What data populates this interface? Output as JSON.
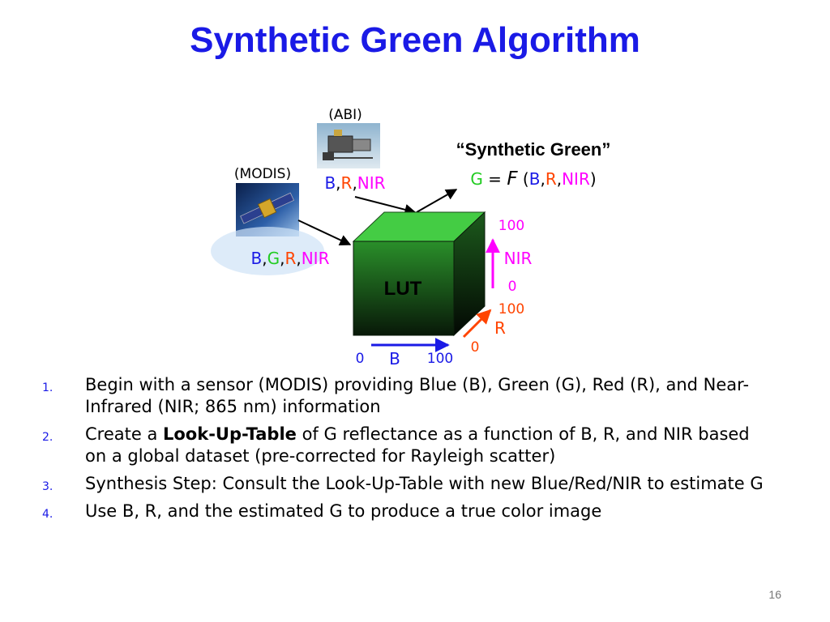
{
  "title": "Synthetic Green Algorithm",
  "colors": {
    "title": "#1a1ae6",
    "blue": "#1a1ae6",
    "green": "#22cc22",
    "red": "#ff4400",
    "nir": "#ff00ff",
    "cube_front": "#1e7a1e",
    "cube_top": "#44cc44",
    "cube_side": "#0f3f0f"
  },
  "diagram": {
    "abi_label": "(ABI)",
    "modis_label": "(MODIS)",
    "abi_bands": [
      {
        "text": "B",
        "color": "blue"
      },
      {
        "text": ",",
        "color": "black"
      },
      {
        "text": "R",
        "color": "red"
      },
      {
        "text": ",",
        "color": "black"
      },
      {
        "text": "NIR",
        "color": "nir"
      }
    ],
    "modis_bands": [
      {
        "text": "B",
        "color": "blue"
      },
      {
        "text": ",",
        "color": "black"
      },
      {
        "text": "G",
        "color": "green"
      },
      {
        "text": ",",
        "color": "black"
      },
      {
        "text": "R",
        "color": "red"
      },
      {
        "text": ",",
        "color": "black"
      },
      {
        "text": "NIR",
        "color": "nir"
      }
    ],
    "synthetic_label": "“Synthetic Green”",
    "equation": {
      "g": "G",
      "eq": " = ",
      "f": "F",
      "open": " (",
      "b": "B",
      "c1": ",",
      "r": "R",
      "c2": ",",
      "nir": "NIR",
      "close": ")"
    },
    "lut_label": "LUT",
    "axis_b": {
      "label": "B",
      "min": "0",
      "max": "100"
    },
    "axis_r": {
      "label": "R",
      "min": "0",
      "max": "100"
    },
    "axis_nir": {
      "label": "NIR",
      "min": "0",
      "max": "100"
    }
  },
  "steps": [
    {
      "num": "1.",
      "text": "Begin with a sensor (MODIS) providing Blue (B), Green (G), Red (R), and Near-Infrared (NIR; 865 nm) information"
    },
    {
      "num": "2.",
      "pre": "Create a ",
      "bold": "Look-Up-Table",
      "post": " of G reflectance as a function of B, R, and NIR based on a global dataset (pre-corrected for Rayleigh scatter)"
    },
    {
      "num": "3.",
      "text": "Synthesis Step: Consult the Look-Up-Table with new Blue/Red/NIR to estimate G"
    },
    {
      "num": "4.",
      "text": "Use B, R, and the estimated G to produce a true color image"
    }
  ],
  "slide_number": "16"
}
